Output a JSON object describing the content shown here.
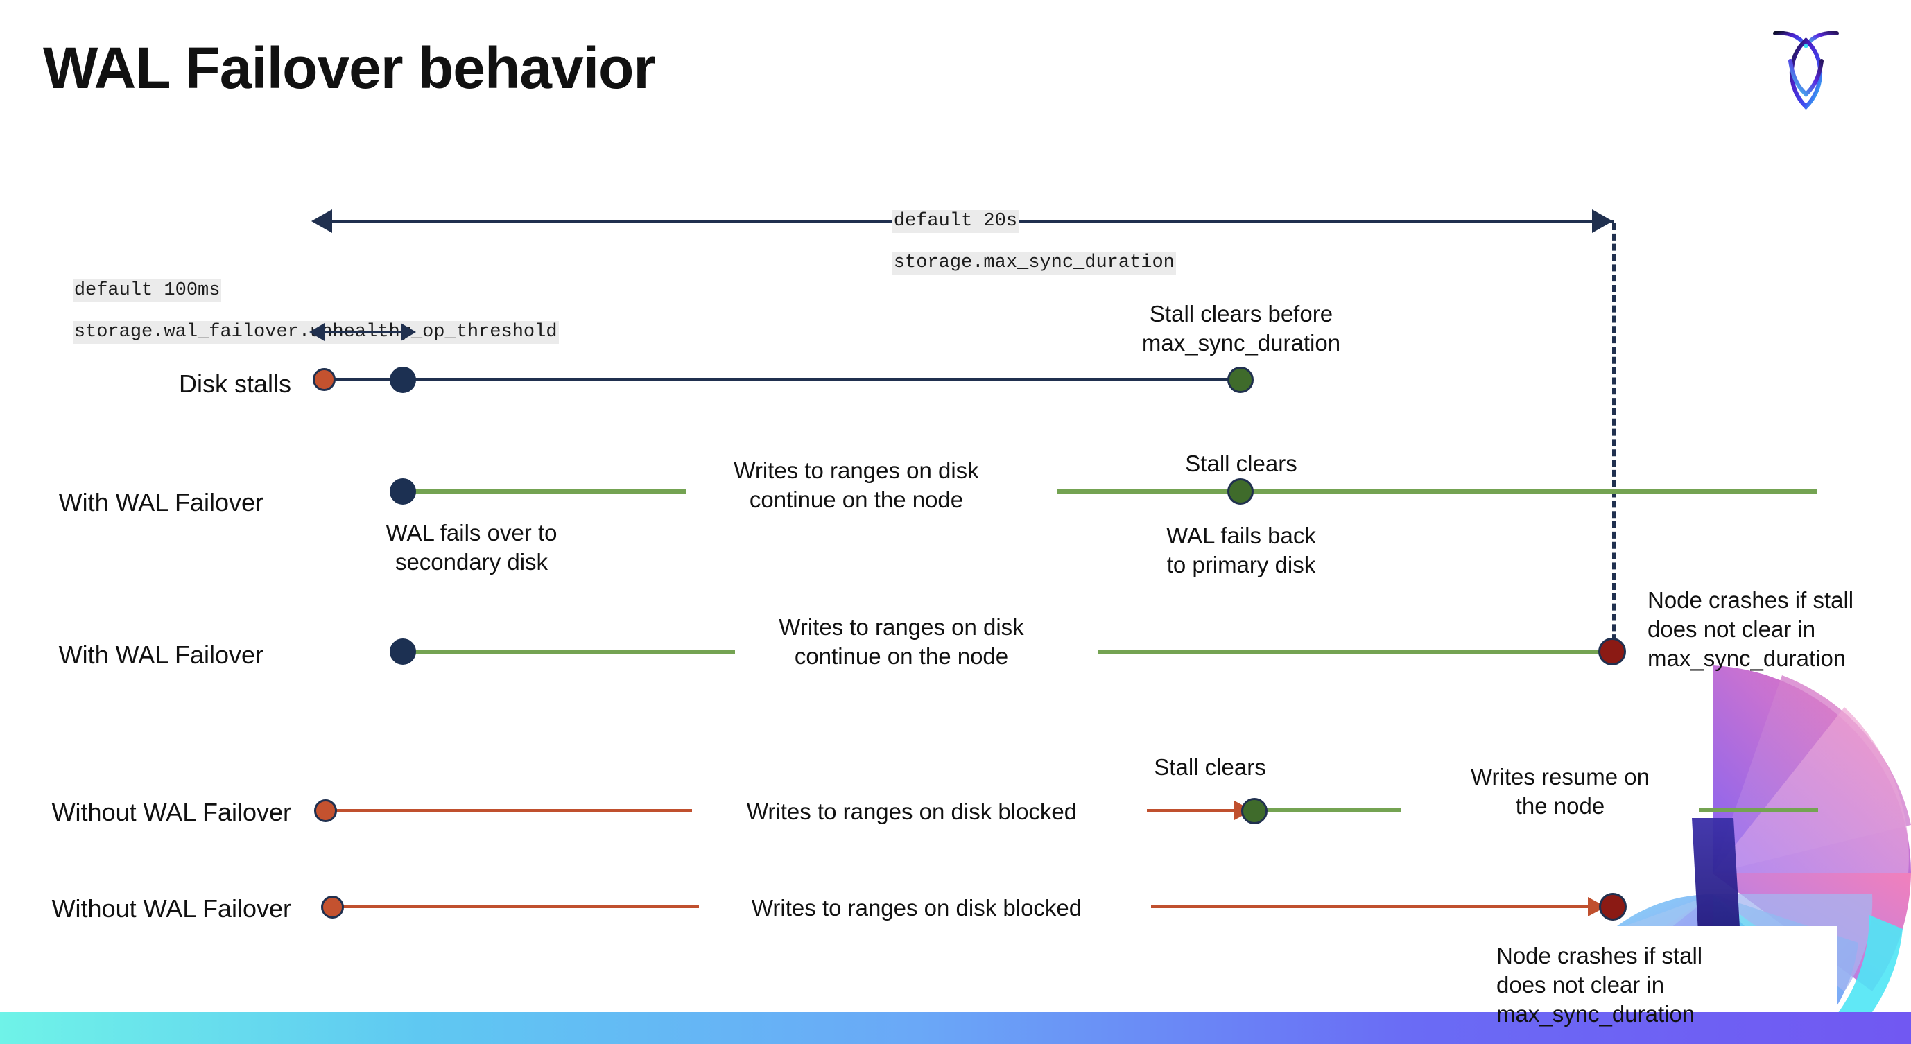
{
  "slide": {
    "title": "WAL Failover behavior",
    "logo_name": "cockroachdb-logo"
  },
  "annotations": {
    "max_sync": {
      "line1": "default 20s",
      "line2": "storage.max_sync_duration"
    },
    "unhealthy_threshold": {
      "line1": "default 100ms",
      "line2": "storage.wal_failover.unhealthy_op_threshold"
    }
  },
  "rows": [
    {
      "label": "Disk stalls",
      "above_note": "Stall clears before\nmax_sync_duration"
    },
    {
      "label": "With WAL Failover",
      "mid_note": "Writes to ranges on disk\ncontinue on the node",
      "above_note": "Stall clears",
      "below_start_note": "WAL fails over to\nsecondary disk",
      "below_note": "WAL fails  back\nto primary disk"
    },
    {
      "label": "With WAL Failover",
      "mid_note": "Writes to ranges on disk\ncontinue on the node",
      "end_note": "Node crashes if stall\ndoes not clear in\nmax_sync_duration"
    },
    {
      "label": "Without WAL Failover",
      "mid_note": "Writes to ranges on disk  blocked",
      "above_note": "Stall clears",
      "end_note": "Writes resume on\nthe node"
    },
    {
      "label": "Without WAL Failover",
      "mid_note": "Writes to ranges on disk  blocked",
      "end_note": "Node crashes if stall\ndoes not clear in\nmax_sync_duration"
    }
  ],
  "colors": {
    "navy": "#20304f",
    "green_line": "#74a352",
    "green_dot": "#3f6b2b",
    "red_line": "#c0502e",
    "orange_dot": "#c4522f",
    "dark_red_dot": "#8b1a14",
    "code_bg": "#ebebeb",
    "bottom_bar_from": "#6ff3e8",
    "bottom_bar_to": "#7158f2"
  }
}
